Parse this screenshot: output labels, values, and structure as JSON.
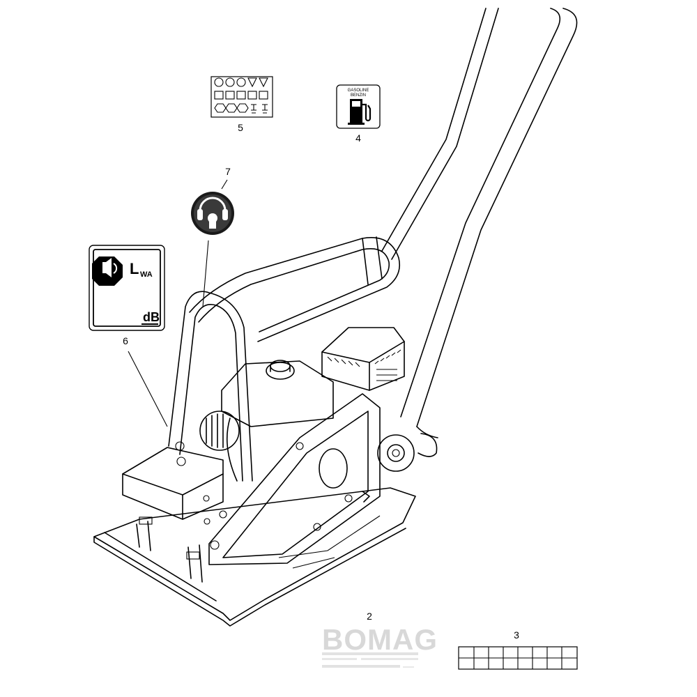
{
  "callouts": {
    "c2": "2",
    "c3": "3",
    "c4": "4",
    "c5": "5",
    "c6": "6",
    "c7": "7"
  },
  "decal_fuel": {
    "line1": "GASOLINE",
    "line2": "BENZIN"
  },
  "decal_noise": {
    "symbol_main": "L",
    "symbol_sub": "WA",
    "unit": "dB"
  },
  "decal_brand": {
    "logo": "BOMAG"
  },
  "icons": {
    "fuel_pump": "fuel-pump-icon",
    "ear_protection": "ear-protection-icon",
    "speaker": "speaker-icon"
  }
}
